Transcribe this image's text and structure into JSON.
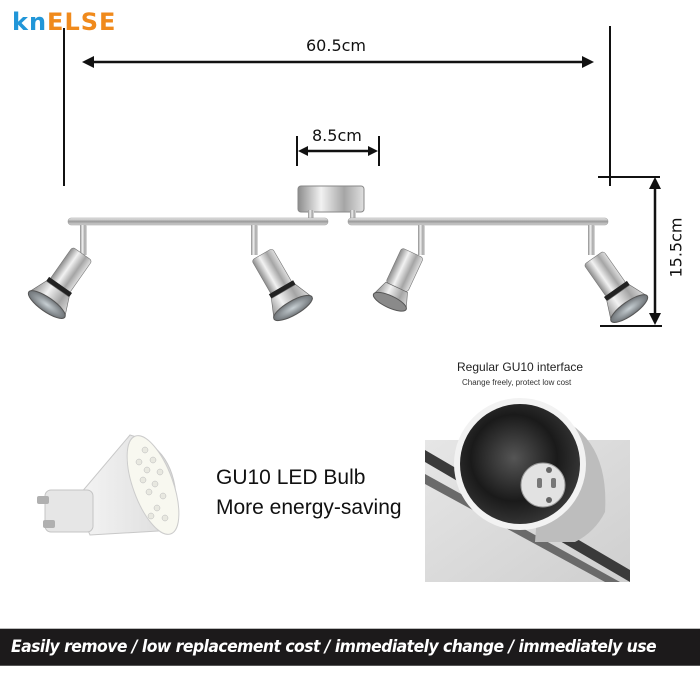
{
  "brand": {
    "logo_part1": "kn",
    "logo_part2": "ELSE",
    "colors": {
      "blue": "#2196d8",
      "orange": "#f08a1c"
    }
  },
  "dimensions": {
    "total_length": "60.5cm",
    "base_diameter": "8.5cm",
    "height": "15.5cm"
  },
  "fixture": {
    "spotlight_count": 4,
    "finish": "brushed chrome"
  },
  "interface_panel": {
    "title": "Regular GU10 interface",
    "subtitle": "Change freely, protect low cost"
  },
  "bulb_panel": {
    "line1": "GU10 LED Bulb",
    "line2": "More energy-saving"
  },
  "banner": {
    "text": "Easily remove / low replacement cost / immediately change / immediately use",
    "background": "#1c1a1b"
  }
}
